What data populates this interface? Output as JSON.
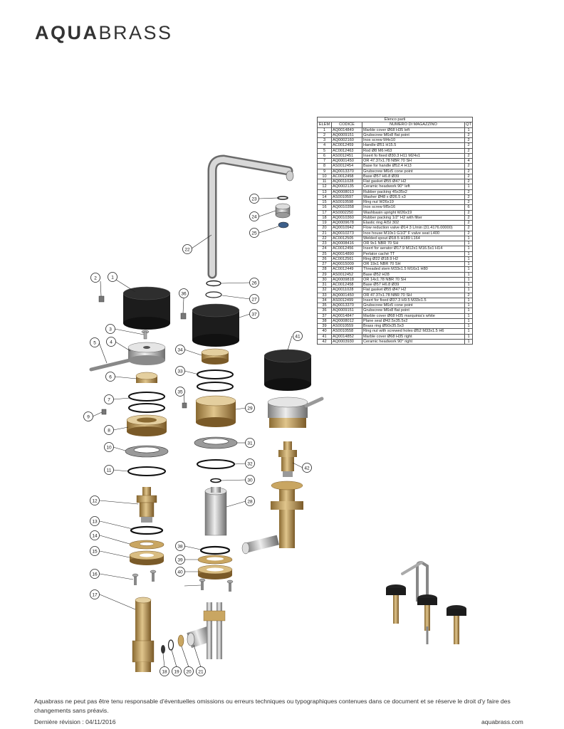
{
  "brand": {
    "bold": "AQUA",
    "light": "BRASS"
  },
  "parts_table": {
    "title": "Elenco parti",
    "headers": {
      "elem": "ELEM",
      "code": "CODICE",
      "name": "NUMERO DI MAGAZZINO",
      "qty": "QT"
    },
    "rows": [
      {
        "elem": "1",
        "code": "AQ0014849",
        "name": "Marble cover Ø68 H35 left",
        "qty": "1"
      },
      {
        "elem": "2",
        "code": "AQ0009151",
        "name": "Grubscrew M6x8 flat point",
        "qty": "2"
      },
      {
        "elem": "3",
        "code": "AQ0002160",
        "name": "Inox screw M4x10",
        "qty": "2"
      },
      {
        "elem": "4",
        "code": "AC0012459",
        "name": "Handle Ø51 H15.5",
        "qty": "2"
      },
      {
        "elem": "5",
        "code": "AC0012463",
        "name": "Rod Ø8 M6 H63",
        "qty": "2"
      },
      {
        "elem": "6",
        "code": "AS0012451",
        "name": "Insert fo fixed Ø30.3 H11 M24x1",
        "qty": "2"
      },
      {
        "elem": "7",
        "code": "AQ0001450",
        "name": "OR 47.37x1.78 NBR 70 SH",
        "qty": "4"
      },
      {
        "elem": "8",
        "code": "AS0012454",
        "name": "Base for handle Ø52.4 H13",
        "qty": "2"
      },
      {
        "elem": "9",
        "code": "AQ0013370",
        "name": "Grubscrew M6x5 cone point",
        "qty": "2"
      },
      {
        "elem": "10",
        "code": "AC0012458",
        "name": "Base Ø57 H6.8 Ø39",
        "qty": "2"
      },
      {
        "elem": "11",
        "code": "AQ0011028",
        "name": "Flat gasket Ø55 Ø47 H2",
        "qty": "2"
      },
      {
        "elem": "12",
        "code": "AQ0002135",
        "name": "Ceramic headwork 90° left",
        "qty": "1"
      },
      {
        "elem": "13",
        "code": "AQ0008013",
        "name": "Rubber packing 45x35x2",
        "qty": "2"
      },
      {
        "elem": "14",
        "code": "AS0010597",
        "name": "Washer Ø48 x Ø26.5 x3",
        "qty": "2"
      },
      {
        "elem": "15",
        "code": "AS0010598",
        "name": "Ring nut W26x19",
        "qty": "2"
      },
      {
        "elem": "16",
        "code": "AQ0010358",
        "name": "Inox screw M5x16",
        "qty": "6"
      },
      {
        "elem": "17",
        "code": "AS0002250",
        "name": "Washbasin upright W26x19",
        "qty": "2"
      },
      {
        "elem": "18",
        "code": "AQ0010360",
        "name": "Rubber packing 1/2\" H2 with filter",
        "qty": "2"
      },
      {
        "elem": "19",
        "code": "AQ0009678",
        "name": "Elastic ring AISI 302",
        "qty": "2"
      },
      {
        "elem": "20",
        "code": "AQ0010942",
        "name": "Flow reduction valve Ø14 3 L/min (31.4176.00000)",
        "qty": "2"
      },
      {
        "elem": "21",
        "code": "AQ0010273",
        "name": "Inox house M10x1 G1/2\" F valve seat L400",
        "qty": "2"
      },
      {
        "elem": "22",
        "code": "AC0012505",
        "name": "Welded spout Ø18.5 H189 L164",
        "qty": "1"
      },
      {
        "elem": "23",
        "code": "AQ0008416",
        "name": "OR 9x1 NBR 70 SH",
        "qty": "1"
      },
      {
        "elem": "24",
        "code": "AC0012456",
        "name": "Insert for aerator Ø17.9 M12x1 M16.5x1 H14",
        "qty": "1"
      },
      {
        "elem": "25",
        "code": "AQ0014890",
        "name": "Perlator caché TT",
        "qty": "1"
      },
      {
        "elem": "26",
        "code": "AC0012561",
        "name": "Ring Ø22 Ø18.9 H2",
        "qty": "1"
      },
      {
        "elem": "27",
        "code": "AQ0015009",
        "name": "OR 19x1 NBR 70 SH",
        "qty": "1"
      },
      {
        "elem": "28",
        "code": "AC0012449",
        "name": "Threaded stem M33x1.5 M16x1 H80",
        "qty": "1"
      },
      {
        "elem": "29",
        "code": "AS0012452",
        "name": "Base Ø52 H28",
        "qty": "1"
      },
      {
        "elem": "30",
        "code": "AQ0009818",
        "name": "OR 14x1.78 NBR 70 SH",
        "qty": "1"
      },
      {
        "elem": "31",
        "code": "AC0012458",
        "name": "Base Ø57 H6.8 Ø39",
        "qty": "1"
      },
      {
        "elem": "32",
        "code": "AQ0011028",
        "name": "Flat gasket Ø55 Ø47 H2",
        "qty": "1"
      },
      {
        "elem": "33",
        "code": "AQ0001450",
        "name": "OR 47.37x1.78 NBR 70 SH",
        "qty": "2"
      },
      {
        "elem": "34",
        "code": "AS0012499",
        "name": "Insert for fixed Ø37.3 H9.5 M33x1.5",
        "qty": "1"
      },
      {
        "elem": "35",
        "code": "AQ0013370",
        "name": "Grubscrew M6x5 cone point",
        "qty": "1"
      },
      {
        "elem": "36",
        "code": "AQ0009151",
        "name": "Grubscrew M6x8 flat point",
        "qty": "1"
      },
      {
        "elem": "37",
        "code": "AQ0014847",
        "name": "Marble cover Ø68 H35 marquinia's white",
        "qty": "1"
      },
      {
        "elem": "38",
        "code": "AQ0008012",
        "name": "Plane seal Ø42.5x35.5x2",
        "qty": "1"
      },
      {
        "elem": "39",
        "code": "AS0010559",
        "name": "Brass ring Ø50x35.5x3",
        "qty": "1"
      },
      {
        "elem": "40",
        "code": "AS0010558",
        "name": "Ring nut with screwed holes Ø52 M33x1.5 H6",
        "qty": "1"
      },
      {
        "elem": "41",
        "code": "AQ0014852",
        "name": "Marble cover Ø68 H35 right",
        "qty": "1"
      },
      {
        "elem": "42",
        "code": "AQ0003930",
        "name": "Ceramic headwork 90° right",
        "qty": "1"
      }
    ]
  },
  "callouts": [
    "1",
    "2",
    "3",
    "4",
    "5",
    "6",
    "7",
    "8",
    "9",
    "10",
    "11",
    "12",
    "13",
    "14",
    "15",
    "16",
    "17",
    "18",
    "19",
    "20",
    "21",
    "22",
    "23",
    "24",
    "25",
    "26",
    "27",
    "28",
    "29",
    "30",
    "31",
    "32",
    "33",
    "34",
    "35",
    "36",
    "37",
    "38",
    "39",
    "40",
    "41",
    "42"
  ],
  "colors": {
    "marble": "#1c1c1c",
    "brass": "#c09a55",
    "brass_dark": "#8a6a32",
    "steel": "#b9b9b9",
    "steel_dark": "#7c7c7c",
    "rubber": "#2a2a2a"
  },
  "footer": {
    "disclaimer": "Aquabrass ne peut pas être tenu responsable d'éventuelles omissions ou erreurs techniques ou typographiques contenues dans ce document et se réserve le droit d'y faire des changements sans préavis.",
    "revision": "Dernière révision : 04/11/2016",
    "website": "aquabrass.com"
  }
}
